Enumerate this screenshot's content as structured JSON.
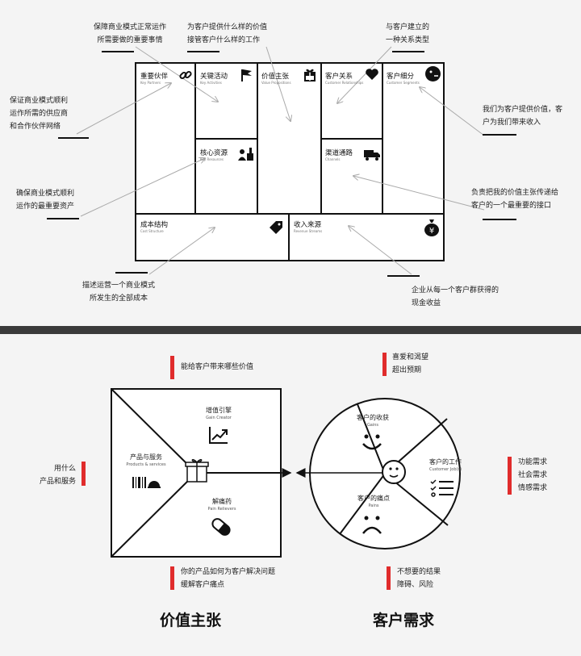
{
  "canvas": {
    "cells": {
      "key_partners": {
        "title": "重要伙伴",
        "sub": "Key Partners",
        "icon": "link-icon"
      },
      "key_activities": {
        "title": "关键活动",
        "sub": "Key Activities",
        "icon": "flag-icon"
      },
      "value_propositions": {
        "title": "价值主张",
        "sub": "Value Propositions",
        "icon": "gift-icon"
      },
      "customer_relationships": {
        "title": "客户关系",
        "sub": "Customer Relationships",
        "icon": "heart-icon"
      },
      "customer_segments": {
        "title": "客户细分",
        "sub": "Customer Segments",
        "icon": "face-icon"
      },
      "key_resources": {
        "title": "核心资源",
        "sub": "Key Resources",
        "icon": "resources-icon"
      },
      "channels": {
        "title": "渠道通路",
        "sub": "Channels",
        "icon": "truck-icon"
      },
      "cost_structure": {
        "title": "成本结构",
        "sub": "Cost Structure",
        "icon": "tag-icon"
      },
      "revenue_streams": {
        "title": "收入来源",
        "sub": "Revenue Streams",
        "icon": "money-bag-icon"
      }
    },
    "notes": {
      "activities": "保障商业模式正常运作\n所需要做的重要事情",
      "value": "为客户提供什么样的价值\n接管客户什么样的工作",
      "relationship": "与客户建立的\n一种关系类型",
      "partners": "保证商业模式顺利\n运作所需的供应商\n和合作伙伴网络",
      "segments": "我们为客户提供价值，客\n户为我们带来收入",
      "resources": "确保商业模式顺利\n运作的最重要资产",
      "channels": "负责把我的价值主张传递给\n客户的一个最重要的接口",
      "cost": "描述运营一个商业模式\n所发生的全部成本",
      "revenue": "企业从每一个客户群获得的\n现金收益"
    }
  },
  "vpc": {
    "notes": {
      "value_top": "能给客户带来哪些价值",
      "gains_top": "喜爱和渴望\n超出预期",
      "products_left": "用什么\n产品和服务",
      "jobs_right": "功能需求\n社会需求\n情感需求",
      "pains_bottom_left": "你的产品如何为客户解决问题\n缓解客户痛点",
      "pains_bottom_right": "不想要的结果\n障碍、风险"
    },
    "square": {
      "gain_creator": {
        "title": "增值引擎",
        "sub": "Gain Creator",
        "icon": "rising-chart-icon"
      },
      "products": {
        "title": "产品与服务",
        "sub": "Products & services",
        "icon": "barcode-icon"
      },
      "pain_relievers": {
        "title": "解痛药",
        "sub": "Pain Relievers",
        "icon": "pill-icon"
      }
    },
    "circle": {
      "gains": {
        "title": "客户的收获",
        "sub": "Gains",
        "icon": "smile-icon"
      },
      "jobs": {
        "title": "客户的工作",
        "sub": "Customer Job(s)",
        "icon": "checklist-icon"
      },
      "pains": {
        "title": "客户的痛点",
        "sub": "Pains",
        "icon": "sad-icon"
      }
    },
    "captions": {
      "left": "价值主张",
      "right": "客户需求"
    },
    "colors": {
      "accent": "#e02c2c",
      "line": "#111111"
    }
  }
}
